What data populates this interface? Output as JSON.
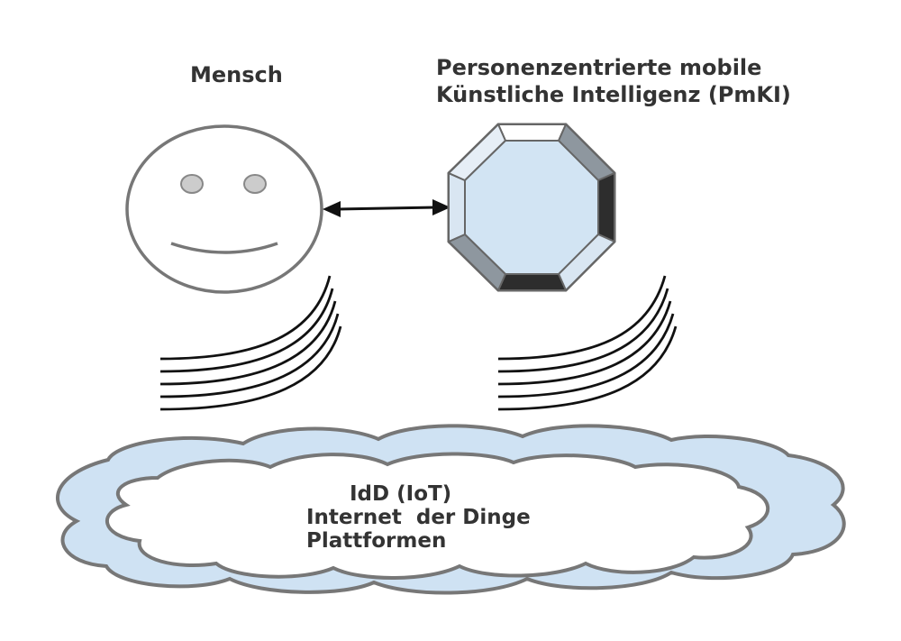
{
  "labels": {
    "human": "Mensch",
    "ai_line1": "Personenzentrierte mobile",
    "ai_line2": "Künstliche Intelligenz (PmKI)"
  },
  "cloud": {
    "line1": "IdD (IoT)",
    "line2": "Internet  der Dinge",
    "line3": "Plattformen"
  },
  "icons": {
    "human": "smiley-face-icon",
    "ai": "octagon-gem-icon",
    "connection": "double-arrow-icon",
    "signal": "curved-signal-lines-icon",
    "network": "cloud-icon"
  },
  "colors": {
    "outline": "#777777",
    "text": "#333333",
    "cloud_fill": "#cfe2f3",
    "gem_fill": "#d2e4f3",
    "dark_facet": "#2d2d2d"
  }
}
